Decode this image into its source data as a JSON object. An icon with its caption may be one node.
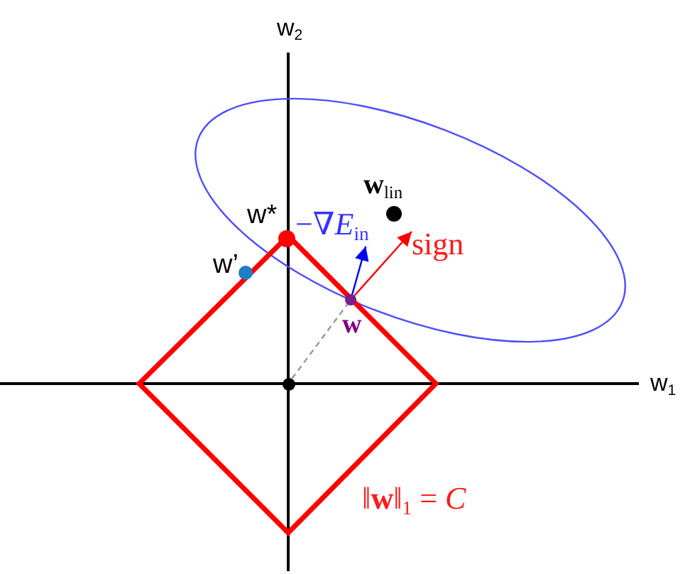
{
  "diagram": {
    "nodes": [
      {
        "text": [],
        "shape": "circle"
      },
      {
        "text": [],
        "shape": "circle",
        "beside": [
          "w*"
        ]
      },
      {
        "text": [],
        "shape": "circle",
        "beside": [
          "w’"
        ]
      },
      {
        "text": [],
        "shape": "circle",
        "beside": [
          "w"
        ]
      },
      {
        "text": [],
        "shape": "circle",
        "beside": [
          "**w**$_{lin}$"
        ]
      },
      {
        "text": [
          "−∇*E*$_{in}$"
        ]
      },
      {
        "text": [
          "sign"
        ]
      }
    ],
    "edges": [
      {
        "from": 0,
        "to": 3,
        "arrow": "none",
        "style": "dashed",
        "color": "#999999"
      },
      {
        "from": 3,
        "to": 5,
        "arrow": "to",
        "color": "#0000ff"
      },
      {
        "from": 3,
        "to": 6,
        "arrow": "to",
        "color": "#ff0000"
      }
    ],
    "labels": [
      "w$_{2}$",
      "w$_{1}$",
      "‖**w**‖$_{1}$ = *C*"
    ]
  }
}
